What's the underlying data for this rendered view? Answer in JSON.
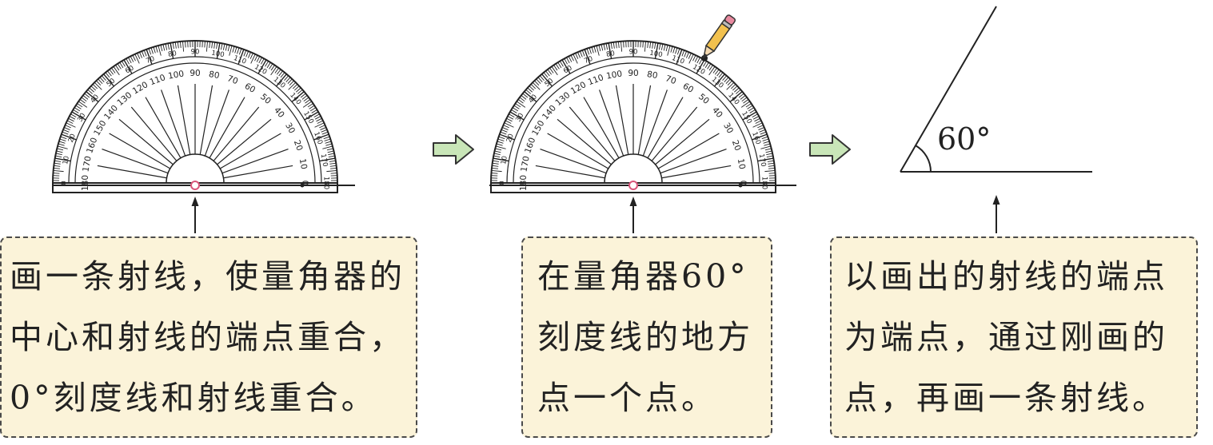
{
  "protractor": {
    "outer_scale": [
      "0",
      "10",
      "20",
      "30",
      "40",
      "50",
      "60",
      "70",
      "80",
      "90",
      "100",
      "110",
      "120",
      "130",
      "140",
      "150",
      "160",
      "170",
      "180"
    ],
    "inner_scale": [
      "180",
      "170",
      "160",
      "150",
      "140",
      "130",
      "120",
      "110",
      "100",
      "90",
      "80",
      "70",
      "60",
      "50",
      "40",
      "30",
      "20",
      "10",
      "0"
    ]
  },
  "steps": [
    {
      "lines": [
        "画一条射线，使量角器的",
        "中心和射线的端点重合，",
        "0°刻度线和射线重合。"
      ]
    },
    {
      "lines": [
        "在量角器60°",
        "刻度线的地方",
        "点一个点。"
      ]
    },
    {
      "lines": [
        "以画出的射线的端点",
        "为端点，通过刚画的",
        "点，再画一条射线。"
      ]
    }
  ],
  "angle": {
    "label": "60°",
    "degrees": 60
  },
  "colors": {
    "line": "#222222",
    "box_fill": "#fbf3d9",
    "box_border": "#4a4a4a",
    "arrow_fill": "#c9e6b8",
    "center_dot": "#d9567a",
    "pencil_body": "#f2c14e",
    "pencil_eraser": "#e88aa0"
  }
}
